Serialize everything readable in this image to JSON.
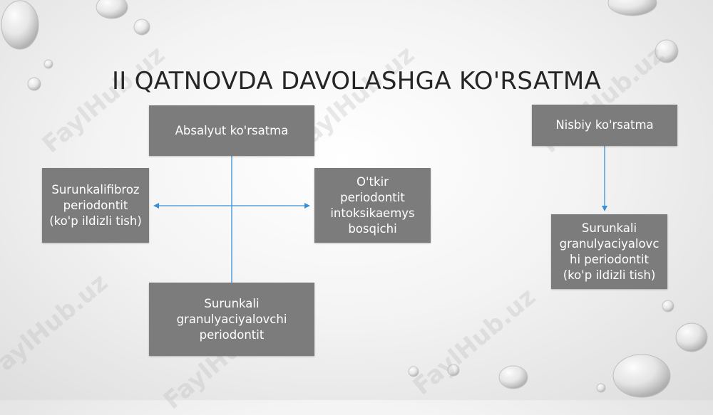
{
  "slide": {
    "title": "II QATNOVDA DAVOLASHGA KO'RSATMA",
    "watermark": "FaylHub.uz"
  },
  "diagram": {
    "absolyut": {
      "label": "Absalyut ko'rsatma"
    },
    "fibroz": {
      "lines": [
        "Surunkalifibroz",
        "periodontit",
        "(ko'p ildizli tish)"
      ]
    },
    "otkir": {
      "lines": [
        "O'tkir",
        "periodontit",
        "intoksikaemys",
        "bosqichi"
      ]
    },
    "granul_left": {
      "lines": [
        "Surunkali",
        "granulyaciyalovchi",
        "periodontit"
      ]
    },
    "nisbiy": {
      "label": "Nisbiy ko'rsatma"
    },
    "granul_right": {
      "lines": [
        "Surunkali",
        "granulyaciyalovc",
        "hi periodontit",
        "(ko'p ildizli tish)"
      ]
    }
  },
  "colors": {
    "box_fill": "#7c7c7c",
    "box_text": "#ffffff",
    "connector": "#3a8fd6",
    "title_text": "#262626"
  }
}
